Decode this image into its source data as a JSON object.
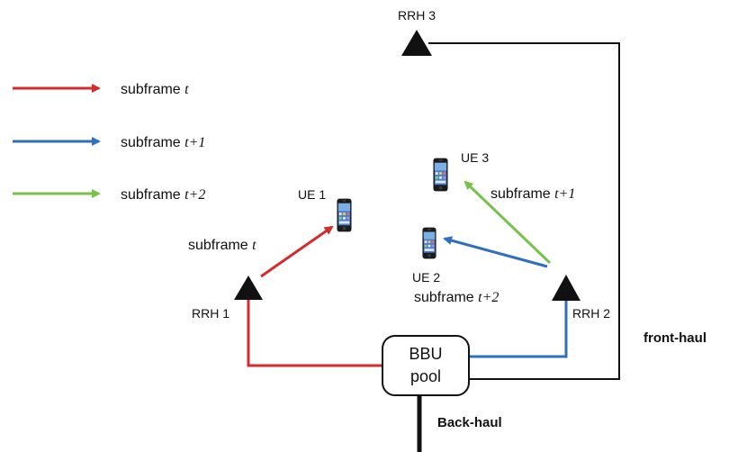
{
  "colors": {
    "red": "#d42b2b",
    "blue": "#2f6fbd",
    "green": "#78c24a",
    "black": "#111111"
  },
  "legend": [
    {
      "prefix": "subframe",
      "var": "t",
      "suffix": "",
      "color": "red"
    },
    {
      "prefix": "subframe",
      "var": "t",
      "suffix": "+1",
      "color": "blue"
    },
    {
      "prefix": "subframe",
      "var": "t",
      "suffix": "+2",
      "color": "green"
    }
  ],
  "nodes": {
    "rrh1": "RRH 1",
    "rrh2": "RRH 2",
    "rrh3": "RRH 3",
    "ue1": "UE 1",
    "ue2": "UE 2",
    "ue3": "UE 3",
    "bbu_line1": "BBU",
    "bbu_line2": "pool"
  },
  "links": {
    "front_haul": "front-haul",
    "back_haul": "Back-haul"
  },
  "annotations": {
    "ue1_subframe": {
      "prefix": "subframe",
      "var": "t",
      "suffix": ""
    },
    "ue3_subframe": {
      "prefix": "subframe",
      "var": "t",
      "suffix": "+1"
    },
    "ue2_subframe": {
      "prefix": "subframe",
      "var": "t",
      "suffix": "+2"
    }
  },
  "icons": [
    "tower-triangle-icon",
    "smartphone-icon",
    "arrow-icon"
  ]
}
